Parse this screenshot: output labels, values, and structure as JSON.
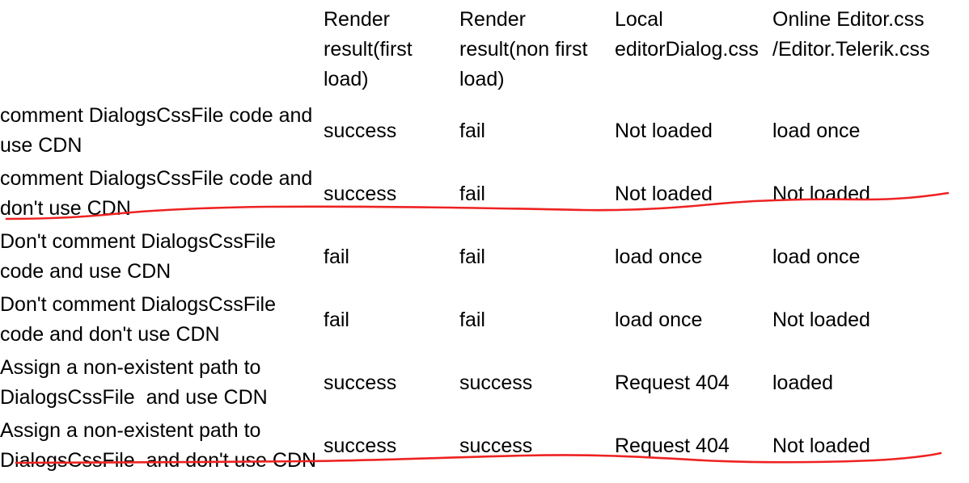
{
  "table": {
    "columns": [
      "",
      "Render result(first load)",
      "Render result(non first load)",
      "Local editorDialog.css",
      "Online Editor.css /Editor.Telerik.css"
    ],
    "headers": {
      "col0": "",
      "col1": "Render result(first load)",
      "col2": "Render result(non first load)",
      "col3": "Local editorDialog.css",
      "col4": "Online Editor.css /Editor.Telerik.css"
    },
    "rows": [
      {
        "label": "comment DialogsCssFile code and use CDN",
        "render_first_load": "success",
        "render_non_first_load": "fail",
        "local_editor_dialog_css": "Not loaded",
        "online_editor_css": "load once"
      },
      {
        "label": "comment DialogsCssFile code and don't use CDN",
        "render_first_load": "success",
        "render_non_first_load": "fail",
        "local_editor_dialog_css": "Not loaded",
        "online_editor_css": "Not loaded"
      },
      {
        "label": "Don't comment DialogsCssFile code and use CDN",
        "render_first_load": "fail",
        "render_non_first_load": "fail",
        "local_editor_dialog_css": "load once",
        "online_editor_css": "load once"
      },
      {
        "label": "Don't comment DialogsCssFile code and don't use CDN",
        "render_first_load": "fail",
        "render_non_first_load": "fail",
        "local_editor_dialog_css": "load once",
        "online_editor_css": "Not loaded"
      },
      {
        "label": "Assign a non-existent path to DialogsCssFile  and use CDN",
        "render_first_load": "success",
        "render_non_first_load": "success",
        "local_editor_dialog_css": "Request 404",
        "online_editor_css": "loaded"
      },
      {
        "label": "Assign a non-existent path to DialogsCssFile  and don't use CDN",
        "render_first_load": "success",
        "render_non_first_load": "success",
        "local_editor_dialog_css": "Request 404",
        "online_editor_css": "Not loaded"
      }
    ]
  },
  "annotations": {
    "stroke_color": "#ee2222",
    "marks": [
      {
        "name": "underline-row-2",
        "description": "hand drawn red wavy line under row 2"
      },
      {
        "name": "underline-row-6",
        "description": "hand drawn red wavy line under row 6"
      }
    ]
  },
  "theme": {
    "background": "#ffffff",
    "text": "#000000",
    "annotation_red": "#ee2222"
  }
}
